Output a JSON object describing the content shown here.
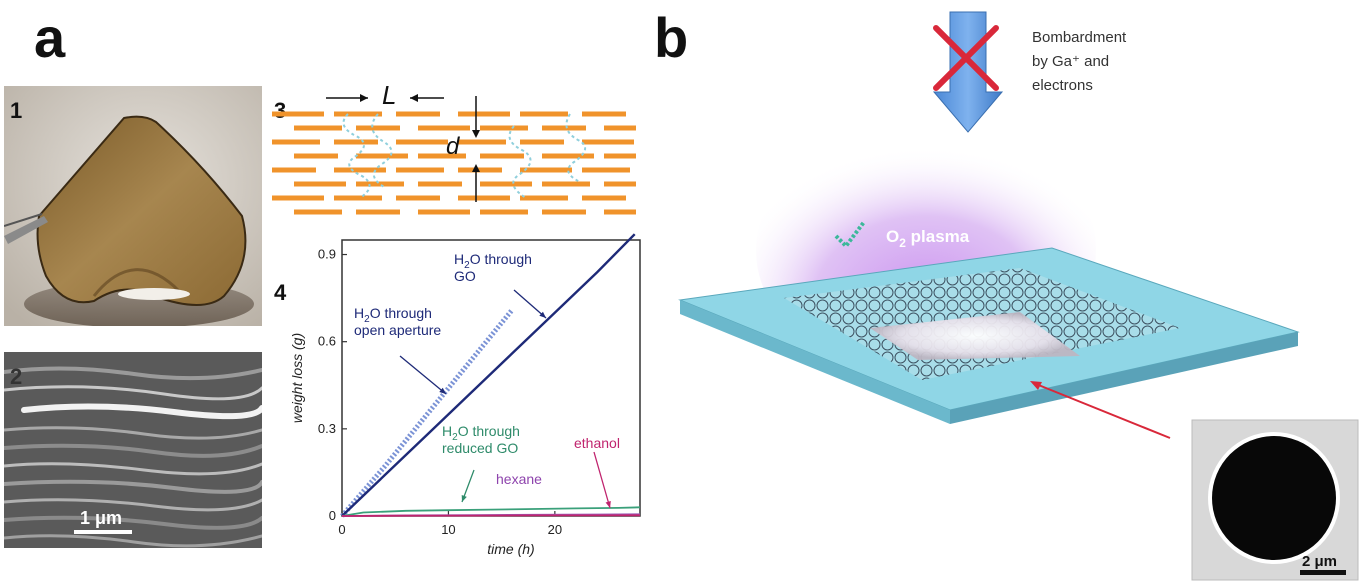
{
  "figure": {
    "panel_a_label": "a",
    "panel_b_label": "b",
    "sub_labels": [
      "1",
      "2",
      "3",
      "4"
    ],
    "sem_scale_label": "1 μm",
    "inset_scale_label": "2 μm",
    "schematic": {
      "L_label": "L",
      "d_label": "d"
    },
    "bombardment_lines": [
      "Bombardment",
      "by Ga⁺ and",
      "electrons"
    ],
    "plasma_label_main": "O",
    "plasma_label_sub": "2",
    "plasma_label_rest": " plasma"
  },
  "chart_data": {
    "type": "line",
    "xlabel": "time (h)",
    "ylabel": "weight loss (g)",
    "xlim": [
      0,
      28
    ],
    "ylim": [
      0,
      0.95
    ],
    "xticks": [
      0,
      10,
      20
    ],
    "yticks": [
      0,
      0.3,
      0.6,
      0.9
    ],
    "series": [
      {
        "name": "H2O through open aperture",
        "color": "#7b93d6",
        "style": "dotted-thick",
        "points": [
          [
            0,
            0
          ],
          [
            2,
            0.085
          ],
          [
            4,
            0.17
          ],
          [
            6,
            0.26
          ],
          [
            8,
            0.35
          ],
          [
            10,
            0.44
          ],
          [
            12,
            0.53
          ],
          [
            14,
            0.62
          ],
          [
            16,
            0.71
          ]
        ]
      },
      {
        "name": "H2O through GO",
        "color": "#1e2a78",
        "style": "solid",
        "points": [
          [
            0,
            0
          ],
          [
            4,
            0.14
          ],
          [
            8,
            0.28
          ],
          [
            12,
            0.42
          ],
          [
            16,
            0.56
          ],
          [
            20,
            0.7
          ],
          [
            24,
            0.84
          ],
          [
            27.5,
            0.97
          ]
        ]
      },
      {
        "name": "H2O through reduced GO",
        "color": "#3aa07a",
        "style": "solid",
        "points": [
          [
            0,
            0
          ],
          [
            2,
            0.012
          ],
          [
            6,
            0.018
          ],
          [
            10,
            0.02
          ],
          [
            14,
            0.022
          ],
          [
            18,
            0.024
          ],
          [
            22,
            0.026
          ],
          [
            26,
            0.028
          ],
          [
            28,
            0.03
          ]
        ]
      },
      {
        "name": "hexane",
        "color": "#9b59b6",
        "style": "solid",
        "points": [
          [
            0,
            0
          ],
          [
            6,
            0.002
          ],
          [
            12,
            0.003
          ],
          [
            18,
            0.004
          ],
          [
            24,
            0.005
          ],
          [
            28,
            0.006
          ]
        ]
      },
      {
        "name": "ethanol",
        "color": "#c0246e",
        "style": "solid",
        "points": [
          [
            0,
            0
          ],
          [
            6,
            0.001
          ],
          [
            12,
            0.0015
          ],
          [
            18,
            0.002
          ],
          [
            24,
            0.002
          ],
          [
            28,
            0.0025
          ]
        ]
      }
    ],
    "annotations": [
      {
        "lines": [
          "H2O through",
          "GO"
        ],
        "color": "#1e2a78"
      },
      {
        "lines": [
          "H2O through",
          "open aperture"
        ],
        "color": "#1e2a78"
      },
      {
        "lines": [
          "H2O through",
          "reduced GO"
        ],
        "color": "#2e8b6a"
      },
      {
        "lines": [
          "hexane"
        ],
        "color": "#8e44ad"
      },
      {
        "lines": [
          "ethanol"
        ],
        "color": "#c0246e"
      }
    ]
  }
}
